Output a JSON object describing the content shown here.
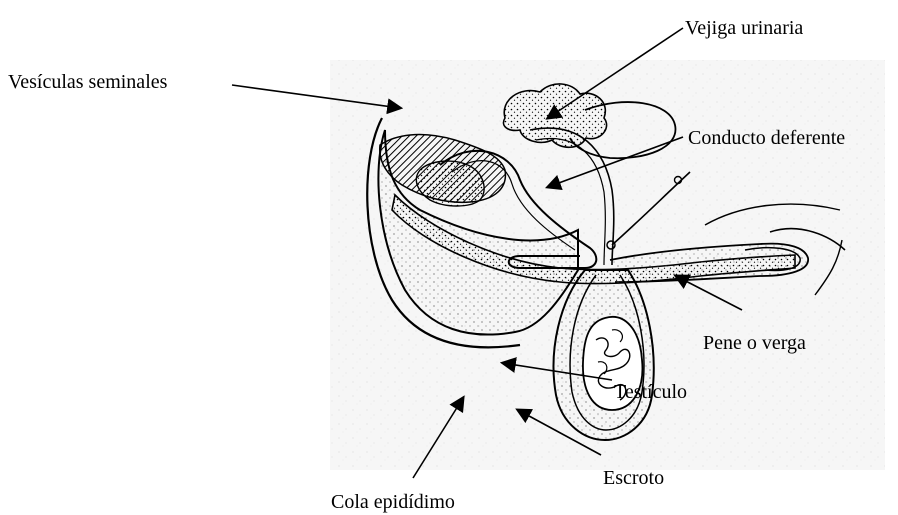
{
  "labels": {
    "vejiga": "Vejiga urinaria",
    "vesiculas": "Vesículas seminales",
    "conducto": "Conducto deferente",
    "pene": "Pene o verga",
    "testiculo": "Testículo",
    "escroto": "Escroto",
    "cola": "Cola epidídimo"
  }
}
